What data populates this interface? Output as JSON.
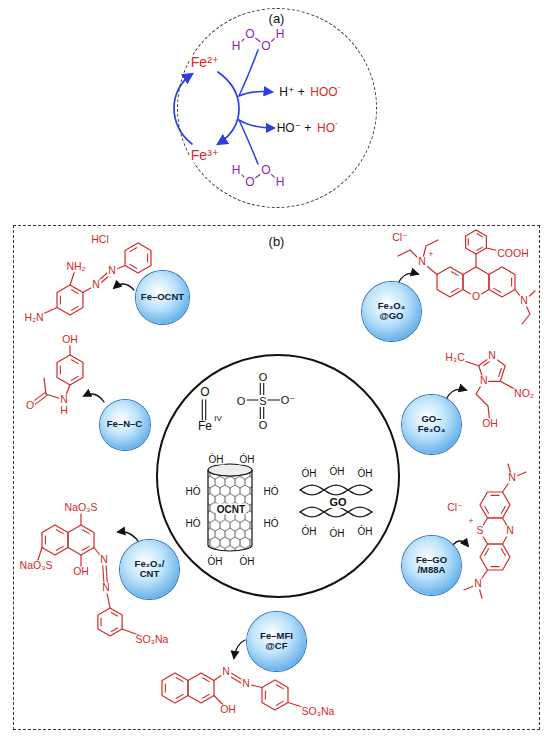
{
  "diagram": {
    "nodes": [
      {
        "text": [
          "(a)"
        ]
      },
      {
        "text": [
          "(b)"
        ]
      },
      {
        "text": [
          "O",
          "Fe",
          "IV",
          "O",
          "O",
          "S",
          "O⁻",
          "O",
          "ȮH",
          "ȮH",
          "HȮ",
          "HȮ",
          "HȮ",
          "HȮ",
          "OCNT",
          "ȮH",
          "ȮH",
          "ȮH",
          "ȮH",
          "ȮH",
          "GO",
          "ȮH",
          "ȮH",
          "ȮH"
        ],
        "in": 1
      },
      {
        "text": [
          "Fe–OCNT"
        ],
        "in": 1
      },
      {
        "text": [
          "Fe₃O₄ @GO"
        ],
        "in": 1
      },
      {
        "text": [
          "GO– Fe₃O₄"
        ],
        "in": 1
      },
      {
        "text": [
          "Fe–GO /M88A"
        ],
        "in": 1
      },
      {
        "text": [
          "Fe–MFI @CF"
        ],
        "in": 1
      },
      {
        "text": [
          "Fe₂O₃/ CNT"
        ],
        "in": 1
      },
      {
        "text": [
          "Fe–N–C"
        ],
        "in": 1
      }
    ],
    "labels": [
      "Fe²⁺",
      "Fe³⁺",
      "H",
      "O",
      "O",
      "H",
      "H⁺ +",
      "HOO˙",
      "HO⁻ +",
      "HO˙",
      "H",
      "O",
      "O",
      "H",
      "NH₂",
      "H₂N",
      "N",
      "N",
      "HCl",
      "Cl⁻",
      "N",
      "+",
      "COOH",
      "O",
      "N",
      "N",
      "N",
      "H₃C",
      "NO₂",
      "OH",
      "N",
      "S",
      "+",
      "Cl⁻",
      "N",
      "N",
      "SO₃Na",
      "N",
      "N",
      "OH",
      "NaO₃S",
      "NaO₃S",
      "OH",
      "N",
      "N",
      "SO₃Na",
      "OH",
      "O",
      "N",
      "H"
    ]
  }
}
